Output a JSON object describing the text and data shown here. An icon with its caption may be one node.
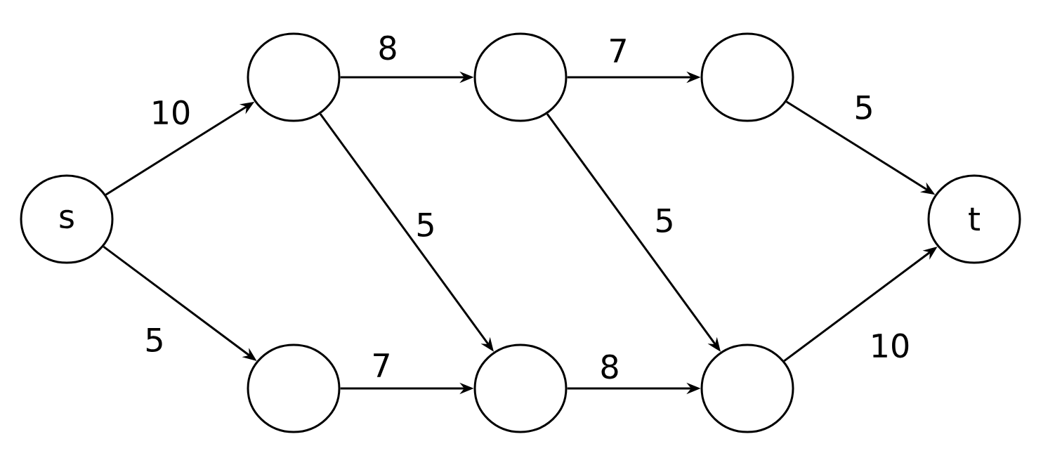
{
  "diagram": {
    "nodes": [
      {
        "text": [
          "s"
        ]
      },
      {
        "text": [],
        "shape": "circle"
      },
      {
        "text": [],
        "shape": "circle"
      },
      {
        "text": [],
        "shape": "circle"
      },
      {
        "text": [],
        "shape": "circle"
      },
      {
        "text": [],
        "shape": "circle"
      },
      {
        "text": [],
        "shape": "circle"
      },
      {
        "text": [
          "t"
        ]
      }
    ],
    "edges": [
      {
        "from": 0,
        "to": 1,
        "arrow": "to",
        "label": "10"
      },
      {
        "from": 0,
        "to": 4,
        "arrow": "to",
        "label": "5"
      },
      {
        "from": 1,
        "to": 2,
        "arrow": "to",
        "label": "8"
      },
      {
        "from": 2,
        "to": 3,
        "arrow": "to",
        "label": "7"
      },
      {
        "from": 3,
        "to": 7,
        "arrow": "to",
        "label": "5"
      },
      {
        "from": 1,
        "to": 5,
        "arrow": "to",
        "label": "5"
      },
      {
        "from": 2,
        "to": 6,
        "arrow": "to",
        "label": "5"
      },
      {
        "from": 4,
        "to": 5,
        "arrow": "to",
        "label": "7"
      },
      {
        "from": 5,
        "to": 6,
        "arrow": "to",
        "label": "8"
      },
      {
        "from": 6,
        "to": 7,
        "arrow": "to",
        "label": "10"
      }
    ]
  }
}
